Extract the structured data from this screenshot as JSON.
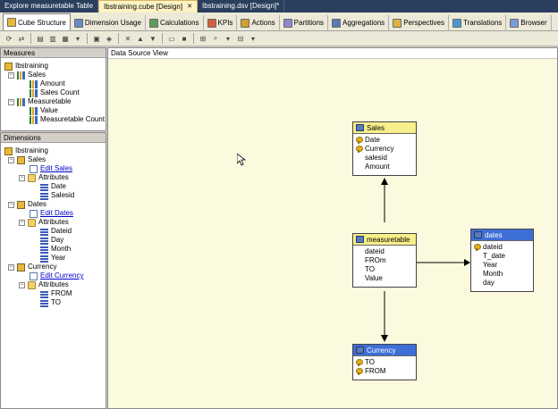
{
  "doc_tabs": [
    {
      "label": "Explore measuretable Table",
      "active": false
    },
    {
      "label": "Ibstraining.cube [Design]",
      "active": true
    },
    {
      "label": "Ibstraining.dsv [Design]*",
      "active": false
    }
  ],
  "designer_tabs": [
    {
      "label": "Cube Structure",
      "icon": "cube-structure-icon",
      "color": "#e8b83a",
      "active": true
    },
    {
      "label": "Dimension Usage",
      "icon": "dimension-usage-icon",
      "color": "#6a8ac8",
      "active": false
    },
    {
      "label": "Calculations",
      "icon": "calculations-icon",
      "color": "#5aa05a",
      "active": false
    },
    {
      "label": "KPIs",
      "icon": "kpi-icon",
      "color": "#d06040",
      "active": false
    },
    {
      "label": "Actions",
      "icon": "actions-icon",
      "color": "#d0a030",
      "active": false
    },
    {
      "label": "Partitions",
      "icon": "partitions-icon",
      "color": "#8a8ad0",
      "active": false
    },
    {
      "label": "Aggregations",
      "icon": "aggregations-icon",
      "color": "#5a7ab8",
      "active": false
    },
    {
      "label": "Perspectives",
      "icon": "perspectives-icon",
      "color": "#e0b040",
      "active": false
    },
    {
      "label": "Translations",
      "icon": "translations-icon",
      "color": "#4a9ad0",
      "active": false
    },
    {
      "label": "Browser",
      "icon": "browser-icon",
      "color": "#7a9ad8",
      "active": false
    }
  ],
  "measures_panel": {
    "title": "Measures",
    "cube": "Ibstraining",
    "groups": [
      {
        "name": "Sales",
        "items": [
          "Amount",
          "Sales Count"
        ]
      },
      {
        "name": "Measuretable",
        "items": [
          "Value",
          "Measuretable Count"
        ]
      }
    ]
  },
  "dimensions_panel": {
    "title": "Dimensions",
    "cube": "Ibstraining",
    "attributes_label": "Attributes",
    "dimensions": [
      {
        "name": "Sales",
        "edit_link": "Edit Sales",
        "attributes": [
          "Date",
          "Salesid"
        ]
      },
      {
        "name": "Dates",
        "edit_link": "Edit Dates",
        "attributes": [
          "Dateid",
          "Day",
          "Month",
          "Year"
        ]
      },
      {
        "name": "Currency",
        "edit_link": "Edit Currency",
        "attributes": [
          "FROM",
          "TO"
        ]
      }
    ]
  },
  "dsv": {
    "header": "Data Source View",
    "tables": [
      {
        "name": "Sales",
        "header_style": "yellow",
        "columns": [
          {
            "name": "Date",
            "key": true
          },
          {
            "name": "Currency",
            "key": true
          },
          {
            "name": "salesid",
            "key": false
          },
          {
            "name": "Amount",
            "key": false
          }
        ]
      },
      {
        "name": "measuretable",
        "header_style": "yellow",
        "columns": [
          {
            "name": "dateid",
            "key": false
          },
          {
            "name": "FROm",
            "key": false
          },
          {
            "name": "TO",
            "key": false
          },
          {
            "name": "Value",
            "key": false
          }
        ]
      },
      {
        "name": "dates",
        "header_style": "blue",
        "columns": [
          {
            "name": "dateid",
            "key": true
          },
          {
            "name": "T_date",
            "key": false
          },
          {
            "name": "Year",
            "key": false
          },
          {
            "name": "Month",
            "key": false
          },
          {
            "name": "day",
            "key": false
          }
        ]
      },
      {
        "name": "Currency",
        "header_style": "blue",
        "columns": [
          {
            "name": "TO",
            "key": true
          },
          {
            "name": "FROM",
            "key": true
          }
        ]
      }
    ]
  },
  "colors": {
    "canvas": "#fbfadf",
    "fact_header": "#f7f08a",
    "dim_header": "#3d6fd6",
    "doc_tab_bar": "#2a3e5e"
  }
}
